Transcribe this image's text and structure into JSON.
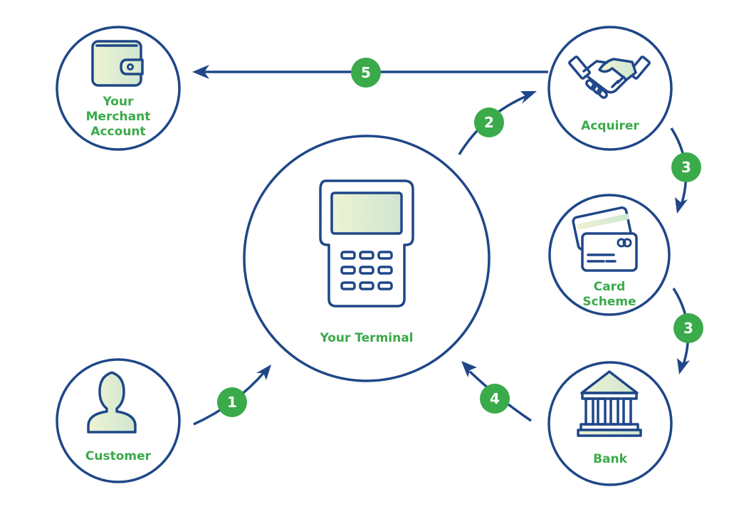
{
  "colors": {
    "navy": "#1f4788",
    "green": "#3aaa4a",
    "icon_fill_start": "#eef3d2",
    "icon_fill_end": "#cfe6d2"
  },
  "nodes": {
    "merchant": {
      "lines": [
        "Your",
        "Merchant",
        "Account"
      ],
      "icon": "wallet-icon"
    },
    "acquirer": {
      "lines": [
        "Acquirer"
      ],
      "icon": "handshake-icon"
    },
    "card_scheme": {
      "lines": [
        "Card",
        "Scheme"
      ],
      "icon": "credit-cards-icon"
    },
    "bank": {
      "lines": [
        "Bank"
      ],
      "icon": "bank-building-icon"
    },
    "terminal": {
      "lines": [
        "Your Terminal"
      ],
      "icon": "payment-terminal-icon"
    },
    "customer": {
      "lines": [
        "Customer"
      ],
      "icon": "user-icon"
    }
  },
  "steps": [
    {
      "number": "1",
      "from": "Customer",
      "to": "Your Terminal"
    },
    {
      "number": "2",
      "from": "Your Terminal",
      "to": "Acquirer"
    },
    {
      "number": "3",
      "from": "Acquirer",
      "to": "Card Scheme"
    },
    {
      "number": "3",
      "from": "Card Scheme",
      "to": "Bank"
    },
    {
      "number": "4",
      "from": "Bank",
      "to": "Your Terminal"
    },
    {
      "number": "5",
      "from": "Acquirer",
      "to": "Your Merchant Account"
    }
  ]
}
